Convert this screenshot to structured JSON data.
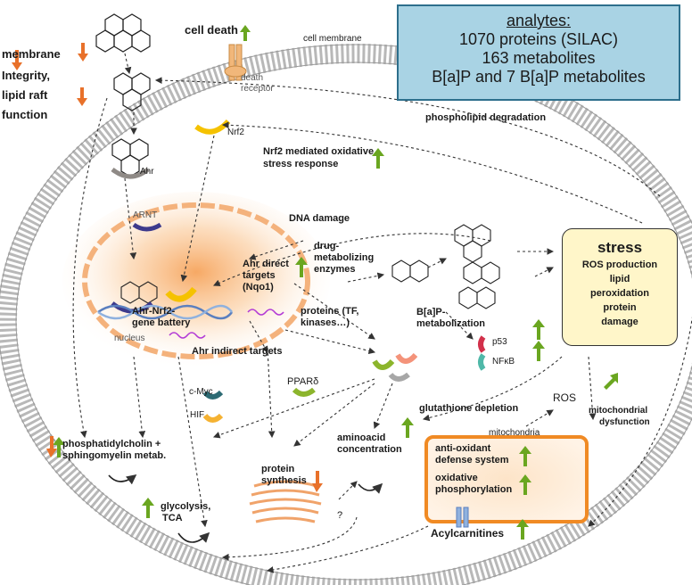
{
  "analytes": {
    "title": "analytes:",
    "lines": [
      "1070 proteins (SILAC)",
      "163 metabolites",
      "B[a]P and 7 B[a]P metabolites"
    ]
  },
  "labels": {
    "cell_death": "cell death",
    "cell_membrane": "cell membrane",
    "membrane": "membrane",
    "integrity": "Integrity,",
    "lipid_raft": "lipid raft",
    "function": "function",
    "death_receptor_1": "death",
    "death_receptor_2": "receptor",
    "phospholipid_degradation": "phospholipid degradation",
    "nrf2": "Nrf2",
    "nrf2_response_1": "Nrf2 mediated oxidative",
    "nrf2_response_2": "stress response",
    "ahr": "Ahr",
    "arnt": "ARNT",
    "dna_damage": "DNA damage",
    "drug_1": "drug-",
    "drug_2": "metabolizing",
    "drug_3": "enzymes",
    "ahr_direct_1": "Ahr direct",
    "ahr_direct_2": "targets",
    "ahr_direct_3": "(Nqo1)",
    "battery_1": "Ahr-Nrf2-",
    "battery_2": "gene battery",
    "nucleus": "nucleus",
    "ahr_indirect": "Ahr indirect targets",
    "proteins_1": "proteins (TF,",
    "proteins_2": "kinases…)",
    "bap_1": "B[a]P-",
    "bap_2": "metabolization",
    "p53": "p53",
    "nfkb": "NFκB",
    "pparg": "PPARδ",
    "cmyc": "c-Myc",
    "hif": "HIF",
    "glutathione": "glutathione depletion",
    "ros": "ROS",
    "mito_dys_1": "mitochondrial",
    "mito_dys_2": "dysfunction",
    "mitochondria": "mitochondria",
    "antioxidant_1": "anti-oxidant",
    "antioxidant_2": "defense system",
    "oxphos_1": "oxidative",
    "oxphos_2": "phosphorylation",
    "acylcarnitines": "Acylcarnitines",
    "phosphatidyl_1": "phosphatidylcholin +",
    "phosphatidyl_2": "sphingomyelin metab.",
    "aminoacid_1": "aminoacid",
    "aminoacid_2": "concentration",
    "protein_synth_1": "protein",
    "protein_synth_2": "synthesis",
    "question": "?",
    "glycolysis_1": "glycolysis,",
    "glycolysis_2": "TCA"
  },
  "stress": {
    "title": "stress",
    "items": [
      "ROS production",
      "lipid",
      "peroxidation",
      "protein",
      "damage"
    ]
  },
  "colors": {
    "membrane": "#b8b8b8",
    "up_arrow": "#6aa620",
    "down_arrow": "#e8712a",
    "analytes_fill": "#a9d3e4",
    "stress_fill": "#fff6c9",
    "mito_border": "#f08a24",
    "nucleus_glow": "#f6a45c",
    "nrf2": "#f5c200",
    "ahr": "#8f8a86",
    "arnt": "#3d3a8c"
  }
}
